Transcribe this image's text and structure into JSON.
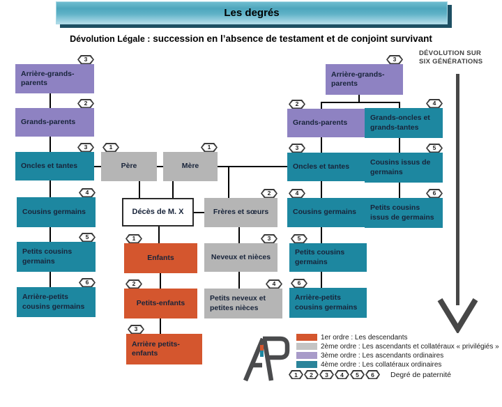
{
  "banner": {
    "title": "Les degrés"
  },
  "subtitle": {
    "prefix": "Dévolution Légale :",
    "rest": " succession en l’absence de testament et de conjoint survivant"
  },
  "devolution_note": {
    "line1": "DÉVOLUTION SUR",
    "line2": "SIX GÉNÉRATIONS"
  },
  "colors": {
    "banner_mid": "#4ea6bd",
    "banner_shadow": "#1d4f63",
    "purple": "#8e82c2",
    "teal": "#1d87a0",
    "gray": "#b5b5b5",
    "orange": "#d4562e",
    "legend_gray": "#c4c4c4",
    "legend_purple": "#a89bc9",
    "line": "#000000",
    "arrow": "#474747"
  },
  "nodes": {
    "l_agp": {
      "label": "Arrière-grands-parents",
      "degree": "3"
    },
    "l_gp": {
      "label": "Grands-parents",
      "degree": "2"
    },
    "l_ot": {
      "label": "Oncles et tantes",
      "degree": "3"
    },
    "l_cg": {
      "label": "Cousins germains",
      "degree": "4"
    },
    "l_pcg": {
      "label": "Petits cousins germains",
      "degree": "5"
    },
    "l_apcg": {
      "label": "Arrière-petits cousins germains",
      "degree": "6"
    },
    "pere": {
      "label": "Père",
      "degree": "1"
    },
    "mere": {
      "label": "Mère",
      "degree": "1"
    },
    "deces": {
      "label": "Décès de M. X"
    },
    "freres": {
      "label": "Frères et sœurs",
      "degree": "2"
    },
    "enfants": {
      "label": "Enfants",
      "degree": "1"
    },
    "neveux": {
      "label": "Neveux et nièces",
      "degree": "3"
    },
    "petits_enfants": {
      "label": "Petits-enfants",
      "degree": "2"
    },
    "petits_neveux": {
      "label": "Petits neveux et petites nièces",
      "degree": "4"
    },
    "arriere_pe": {
      "label": "Arrière petits-enfants",
      "degree": "3"
    },
    "r_agp": {
      "label": "Arrière-grands-parents",
      "degree": "3"
    },
    "r_gp": {
      "label": "Grands-parents",
      "degree": "2"
    },
    "r_got": {
      "label": "Grands-oncles et grands-tantes",
      "degree": "4"
    },
    "r_ot": {
      "label": "Oncles et tantes",
      "degree": "3"
    },
    "r_cig": {
      "label": "Cousins issus de germains",
      "degree": "5"
    },
    "r_cg": {
      "label": "Cousins germains",
      "degree": "4"
    },
    "r_pcig": {
      "label": "Petits cousins issus de germains",
      "degree": "6"
    },
    "r_pcg": {
      "label": "Petits cousins germains",
      "degree": "5"
    },
    "r_apcg": {
      "label": "Arrière-petits cousins germains",
      "degree": "6"
    }
  },
  "legend": {
    "items": [
      {
        "color": "#d4562e",
        "label": "1er ordre : Les descendants"
      },
      {
        "color": "#c4c4c4",
        "label": "2ème ordre : Les ascendants et collatéraux « privilégiés »"
      },
      {
        "color": "#a89bc9",
        "label": "3ème ordre : Les ascendants ordinaires"
      },
      {
        "color": "#2b849a",
        "label": "4ème ordre : Les collatéraux ordinaires"
      }
    ],
    "degrees": [
      "1",
      "2",
      "3",
      "4",
      "5",
      "6"
    ],
    "degrees_label": "Degré de paternité"
  }
}
